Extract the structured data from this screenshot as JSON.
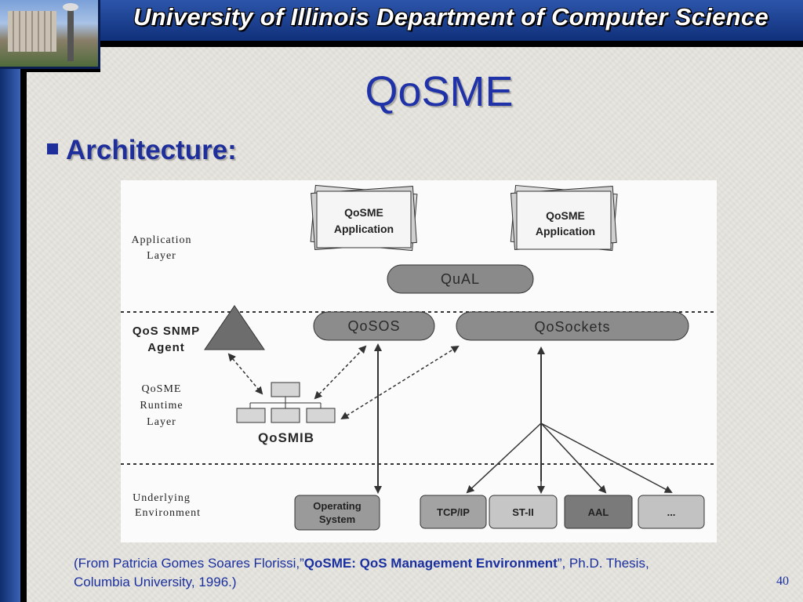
{
  "header": {
    "title": "University of Illinois Department of Computer Science"
  },
  "slide": {
    "title": "QoSME",
    "bullet": "Architecture:",
    "page_number": "40"
  },
  "diagram": {
    "layers": {
      "application": [
        "Application",
        "Layer"
      ],
      "snmp": [
        "QoS SNMP",
        "Agent"
      ],
      "runtime": [
        "QoSME",
        "Runtime",
        "Layer"
      ],
      "underlying": [
        "Underlying",
        "Environment"
      ]
    },
    "apps": [
      {
        "line1": "QoSME",
        "line2": "Application"
      },
      {
        "line1": "QoSME",
        "line2": "Application"
      }
    ],
    "qual": "QuAL",
    "qosos": "QoSOS",
    "qosockets": "QoSockets",
    "qosmib": "QoSMIB",
    "env": {
      "os_line1": "Operating",
      "os_line2": "System",
      "tcpip": "TCP/IP",
      "st2": "ST-II",
      "aal": "AAL",
      "more": "..."
    }
  },
  "citation": {
    "prefix": "(From Patricia Gomes Soares Florissi,”",
    "title": "QoSME: QoS Management Environment",
    "suffix": "”, Ph.D. Thesis,",
    "line2": "Columbia University, 1996.)"
  }
}
